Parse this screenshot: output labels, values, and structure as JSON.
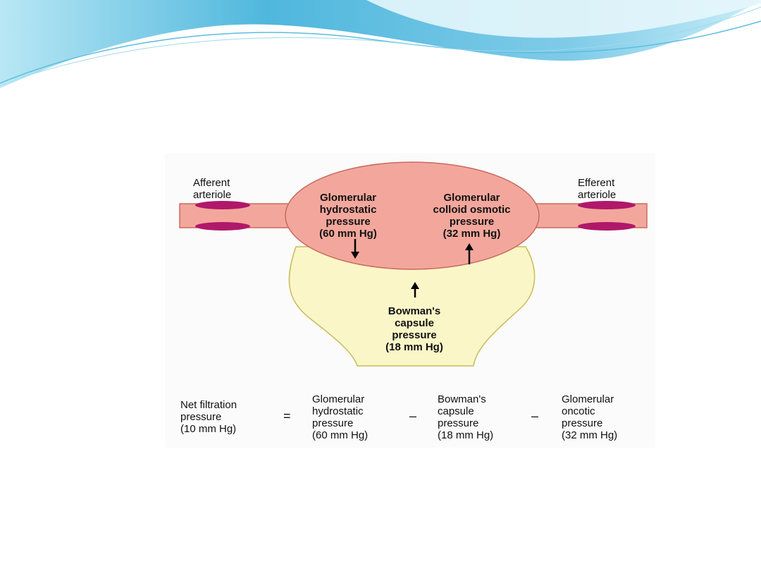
{
  "diagram": {
    "afferent_label": "Afferent\narteriole",
    "efferent_label": "Efferent\narteriole",
    "glomerular_hydrostatic": "Glomerular\nhydrostatic\npressure\n(60 mm Hg)",
    "glomerular_colloid": "Glomerular\ncolloid osmotic\npressure\n(32 mm Hg)",
    "bowmans_capsule": "Bowman's\ncapsule\npressure\n(18 mm Hg)"
  },
  "equation": {
    "result": "Net filtration\npressure\n(10 mm Hg)",
    "equals": "=",
    "minus": "–",
    "term1": "Glomerular\nhydrostatic\npressure\n(60 mm Hg)",
    "term2": "Bowman's\ncapsule\npressure\n(18 mm Hg)",
    "term3": "Glomerular\noncotic\npressure\n(32 mm Hg)"
  },
  "colors": {
    "glomerulus_fill": "#f3a79c",
    "glomerulus_stroke": "#c96a5e",
    "capsule_fill": "#fbf6c8",
    "capsule_stroke": "#c9bb57",
    "arteriole_band": "#b0186a",
    "header_blue": "#4fb7dd"
  }
}
